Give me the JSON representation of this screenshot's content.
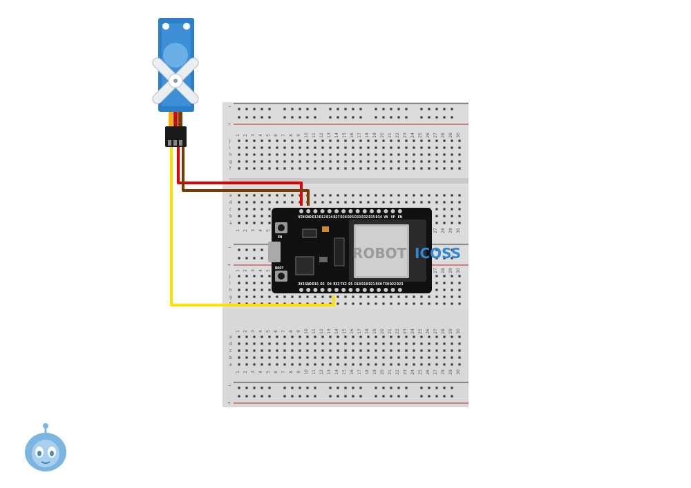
{
  "colors": {
    "board": "#111111",
    "wire_power": "#e00000",
    "wire_ground": "#7a3b00",
    "wire_signal": "#ffe100",
    "servo_body": "#2a7fc8",
    "watermark_dark": "#9a9a9a",
    "watermark_accent": "#2f89d8"
  },
  "breadboard": {
    "columns": [
      "1",
      "2",
      "3",
      "4",
      "5",
      "6",
      "7",
      "8",
      "9",
      "10",
      "11",
      "12",
      "13",
      "14",
      "15",
      "16",
      "17",
      "18",
      "19",
      "20",
      "21",
      "22",
      "23",
      "24",
      "25",
      "26",
      "27",
      "28",
      "29",
      "30"
    ],
    "rows_top": [
      "j",
      "i",
      "h",
      "g",
      "f"
    ],
    "rows_bottom": [
      "e",
      "d",
      "c",
      "b",
      "a"
    ],
    "rail_minus": "−",
    "rail_plus": "+"
  },
  "esp32": {
    "top_pins": [
      "VIN",
      "GND",
      "D13",
      "D12",
      "D14",
      "D27",
      "D26",
      "D25",
      "D33",
      "D32",
      "D35",
      "D34",
      "VN",
      "VP",
      "EN"
    ],
    "bottom_pins": [
      "3V3",
      "GND",
      "D15",
      "D2",
      "D4",
      "RX2",
      "TX2",
      "D5",
      "D18",
      "D19",
      "D21",
      "RX0",
      "TX0",
      "D22",
      "D23"
    ],
    "button_en": "EN",
    "button_boot": "BOOT"
  },
  "watermark": {
    "part1": "ROBOT",
    "part2": "ICOSS"
  },
  "servo": {
    "icon": "servo-motor-icon"
  },
  "logo": {
    "icon": "robot-head-logo-icon"
  }
}
